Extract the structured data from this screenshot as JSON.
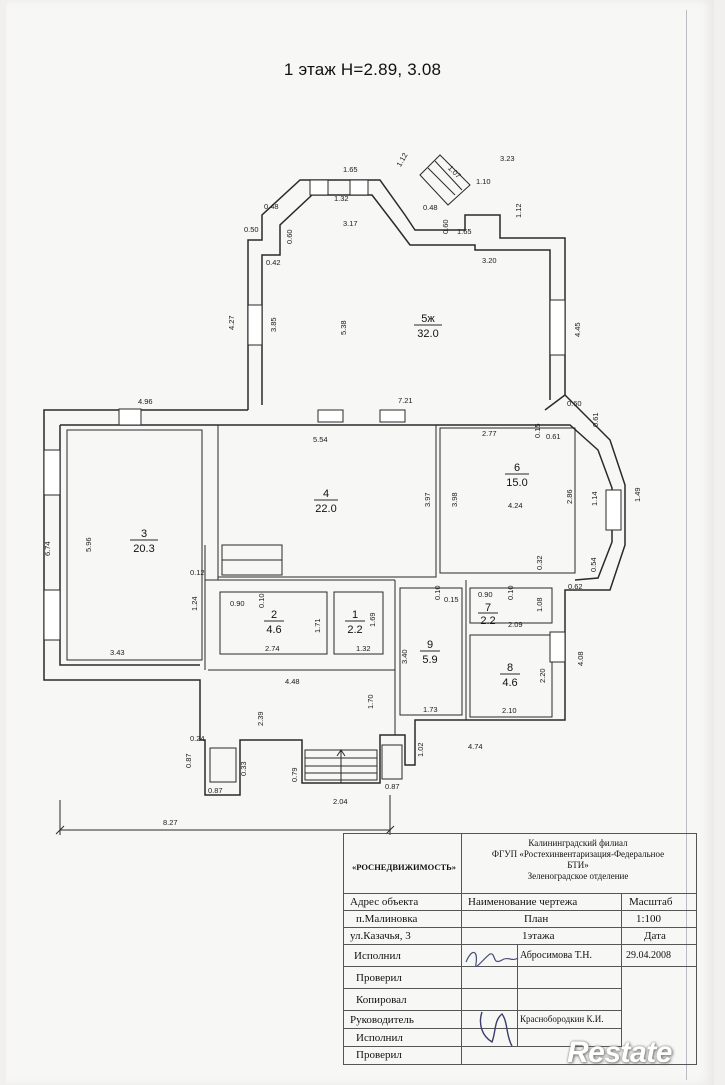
{
  "title": "1 этаж  H=2.89, 3.08",
  "rooms": [
    {
      "no": "5ж",
      "area": "32.0"
    },
    {
      "no": "4",
      "area": "22.0"
    },
    {
      "no": "3",
      "area": "20.3"
    },
    {
      "no": "6",
      "area": "15.0"
    },
    {
      "no": "2",
      "area": "4.6"
    },
    {
      "no": "1",
      "area": "2.2"
    },
    {
      "no": "7",
      "area": "2.2"
    },
    {
      "no": "9",
      "area": "5.9"
    },
    {
      "no": "8",
      "area": "4.6"
    }
  ],
  "dimensions": [
    "1.65",
    "1.32",
    "1.12",
    "1.07",
    "3.23",
    "1.10",
    "0.48",
    "0.48",
    "3.17",
    "0.60",
    "0.60",
    "1.12",
    "0.50",
    "1.65",
    "3.20",
    "0.42",
    "5.38",
    "4.27",
    "3.85",
    "4.45",
    "7.21",
    "0.60",
    "0.61",
    "4.96",
    "5.54",
    "2.77",
    "0.15",
    "0.61",
    "3.97",
    "3.98",
    "4.24",
    "2.86",
    "1.14",
    "1.49",
    "6.74",
    "5.96",
    "0.12",
    "0.32",
    "0.54",
    "0.62",
    "0.10",
    "0.15",
    "0.90",
    "0.10",
    "0.90",
    "0.10",
    "1.08",
    "1.24",
    "1.71",
    "1.69",
    "2.09",
    "3.40",
    "4.08",
    "2.74",
    "1.32",
    "2.20",
    "3.43",
    "4.48",
    "2.39",
    "1.70",
    "1.73",
    "2.10",
    "0.24",
    "4.74",
    "0.87",
    "0.33",
    "0.79",
    "1.02",
    "0.87",
    "2.04",
    "0.87",
    "8.27"
  ],
  "stamp": {
    "org_line1": "Калининградский филиал",
    "org_line2": "ФГУП «Ростехинвентаризация-Федеральное",
    "org_line3": "БТИ»",
    "org_line4": "Зеленоградское отделение",
    "rosn": "«РОСНЕДВИЖИМОСТЬ»",
    "address_label": "Адрес объекта",
    "address_1": "п.Малиновка",
    "address_2": "ул.Казачья, 3",
    "drawing_label": "Наименование чертежа",
    "drawing_1": "План",
    "drawing_2": "1этажа",
    "scale_label": "Масштаб",
    "scale_value": "1:100",
    "date_label": "Дата",
    "date_value": "29.04.2008",
    "executor_label": "Исполнил",
    "executor_name": "Абросимова Т.Н.",
    "checked_label": "Проверил",
    "copied_label": "Копировал",
    "head_label": "Руководитель",
    "head_name": "Краснобородкин К.И.",
    "executor2_label": "Исполнил",
    "checked2_label": "Проверил"
  },
  "watermark": "Restate"
}
